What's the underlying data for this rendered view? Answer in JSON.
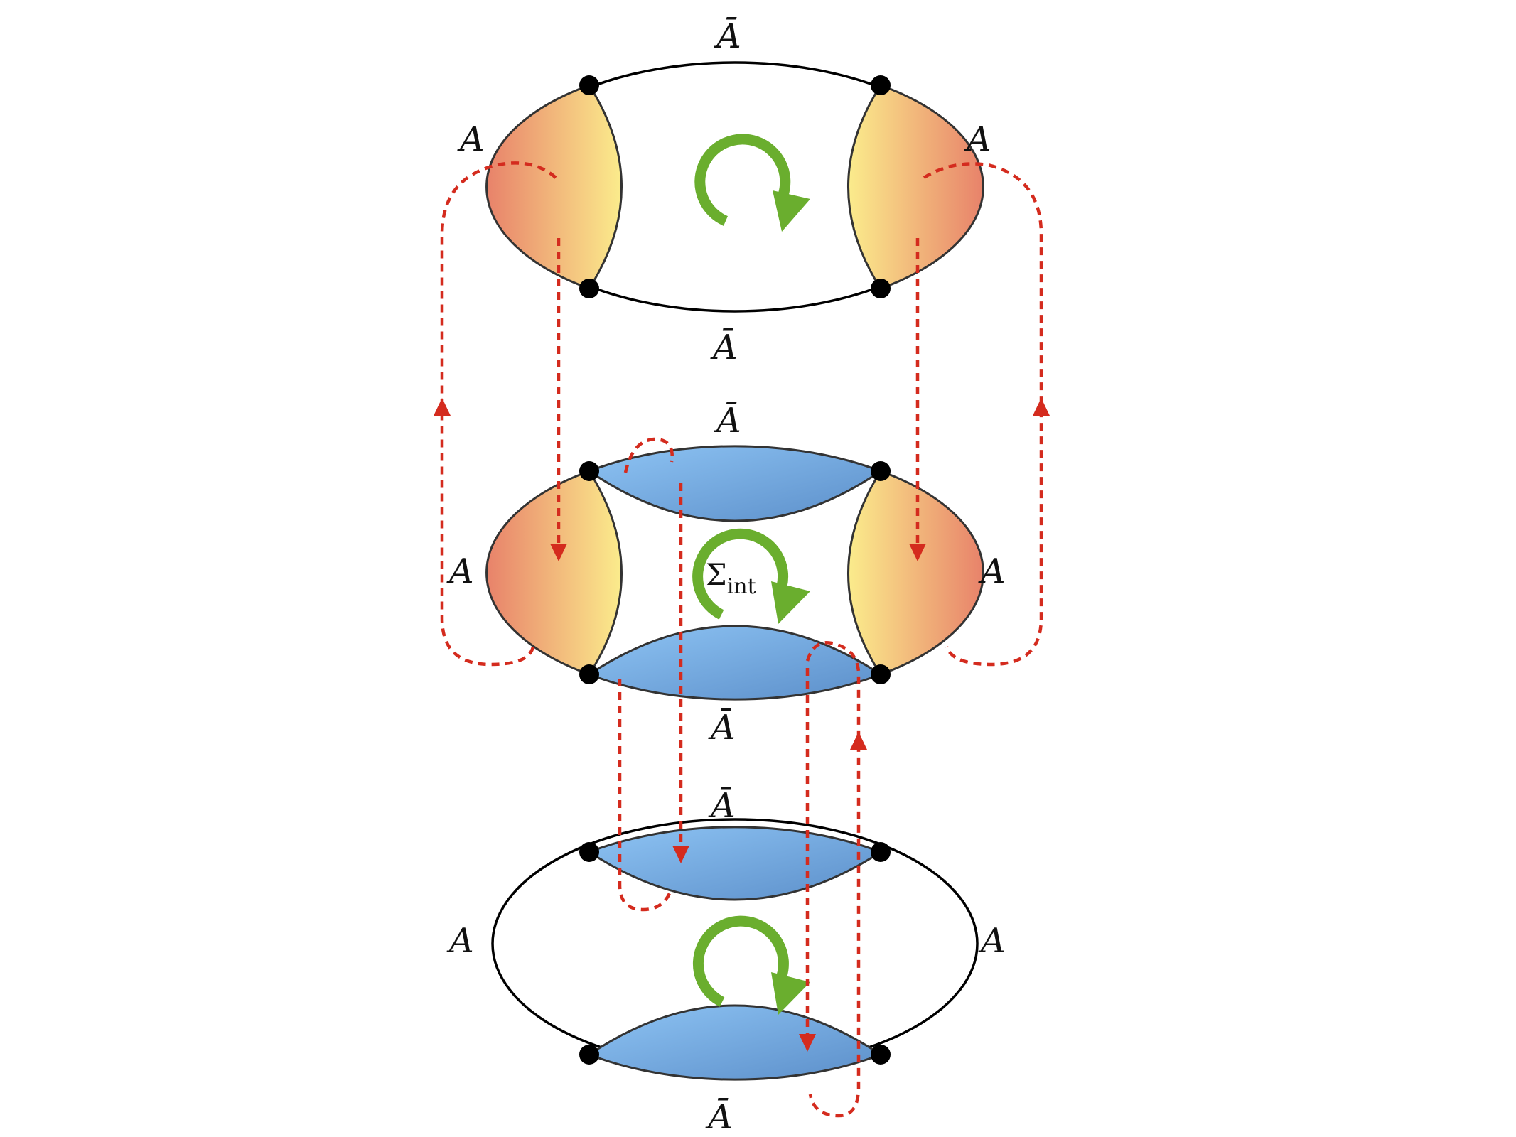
{
  "labels": {
    "a": "A",
    "a_bar": "Ā",
    "sigma": "Σ",
    "sigma_sub": "int"
  },
  "colors": {
    "orange_edge": "#e8826a",
    "orange_center": "#fbec8c",
    "blue_light": "#8ec4f4",
    "blue_dark": "#5b8ec9",
    "green": "#6aae2e",
    "red_dash": "#d42b1e"
  }
}
